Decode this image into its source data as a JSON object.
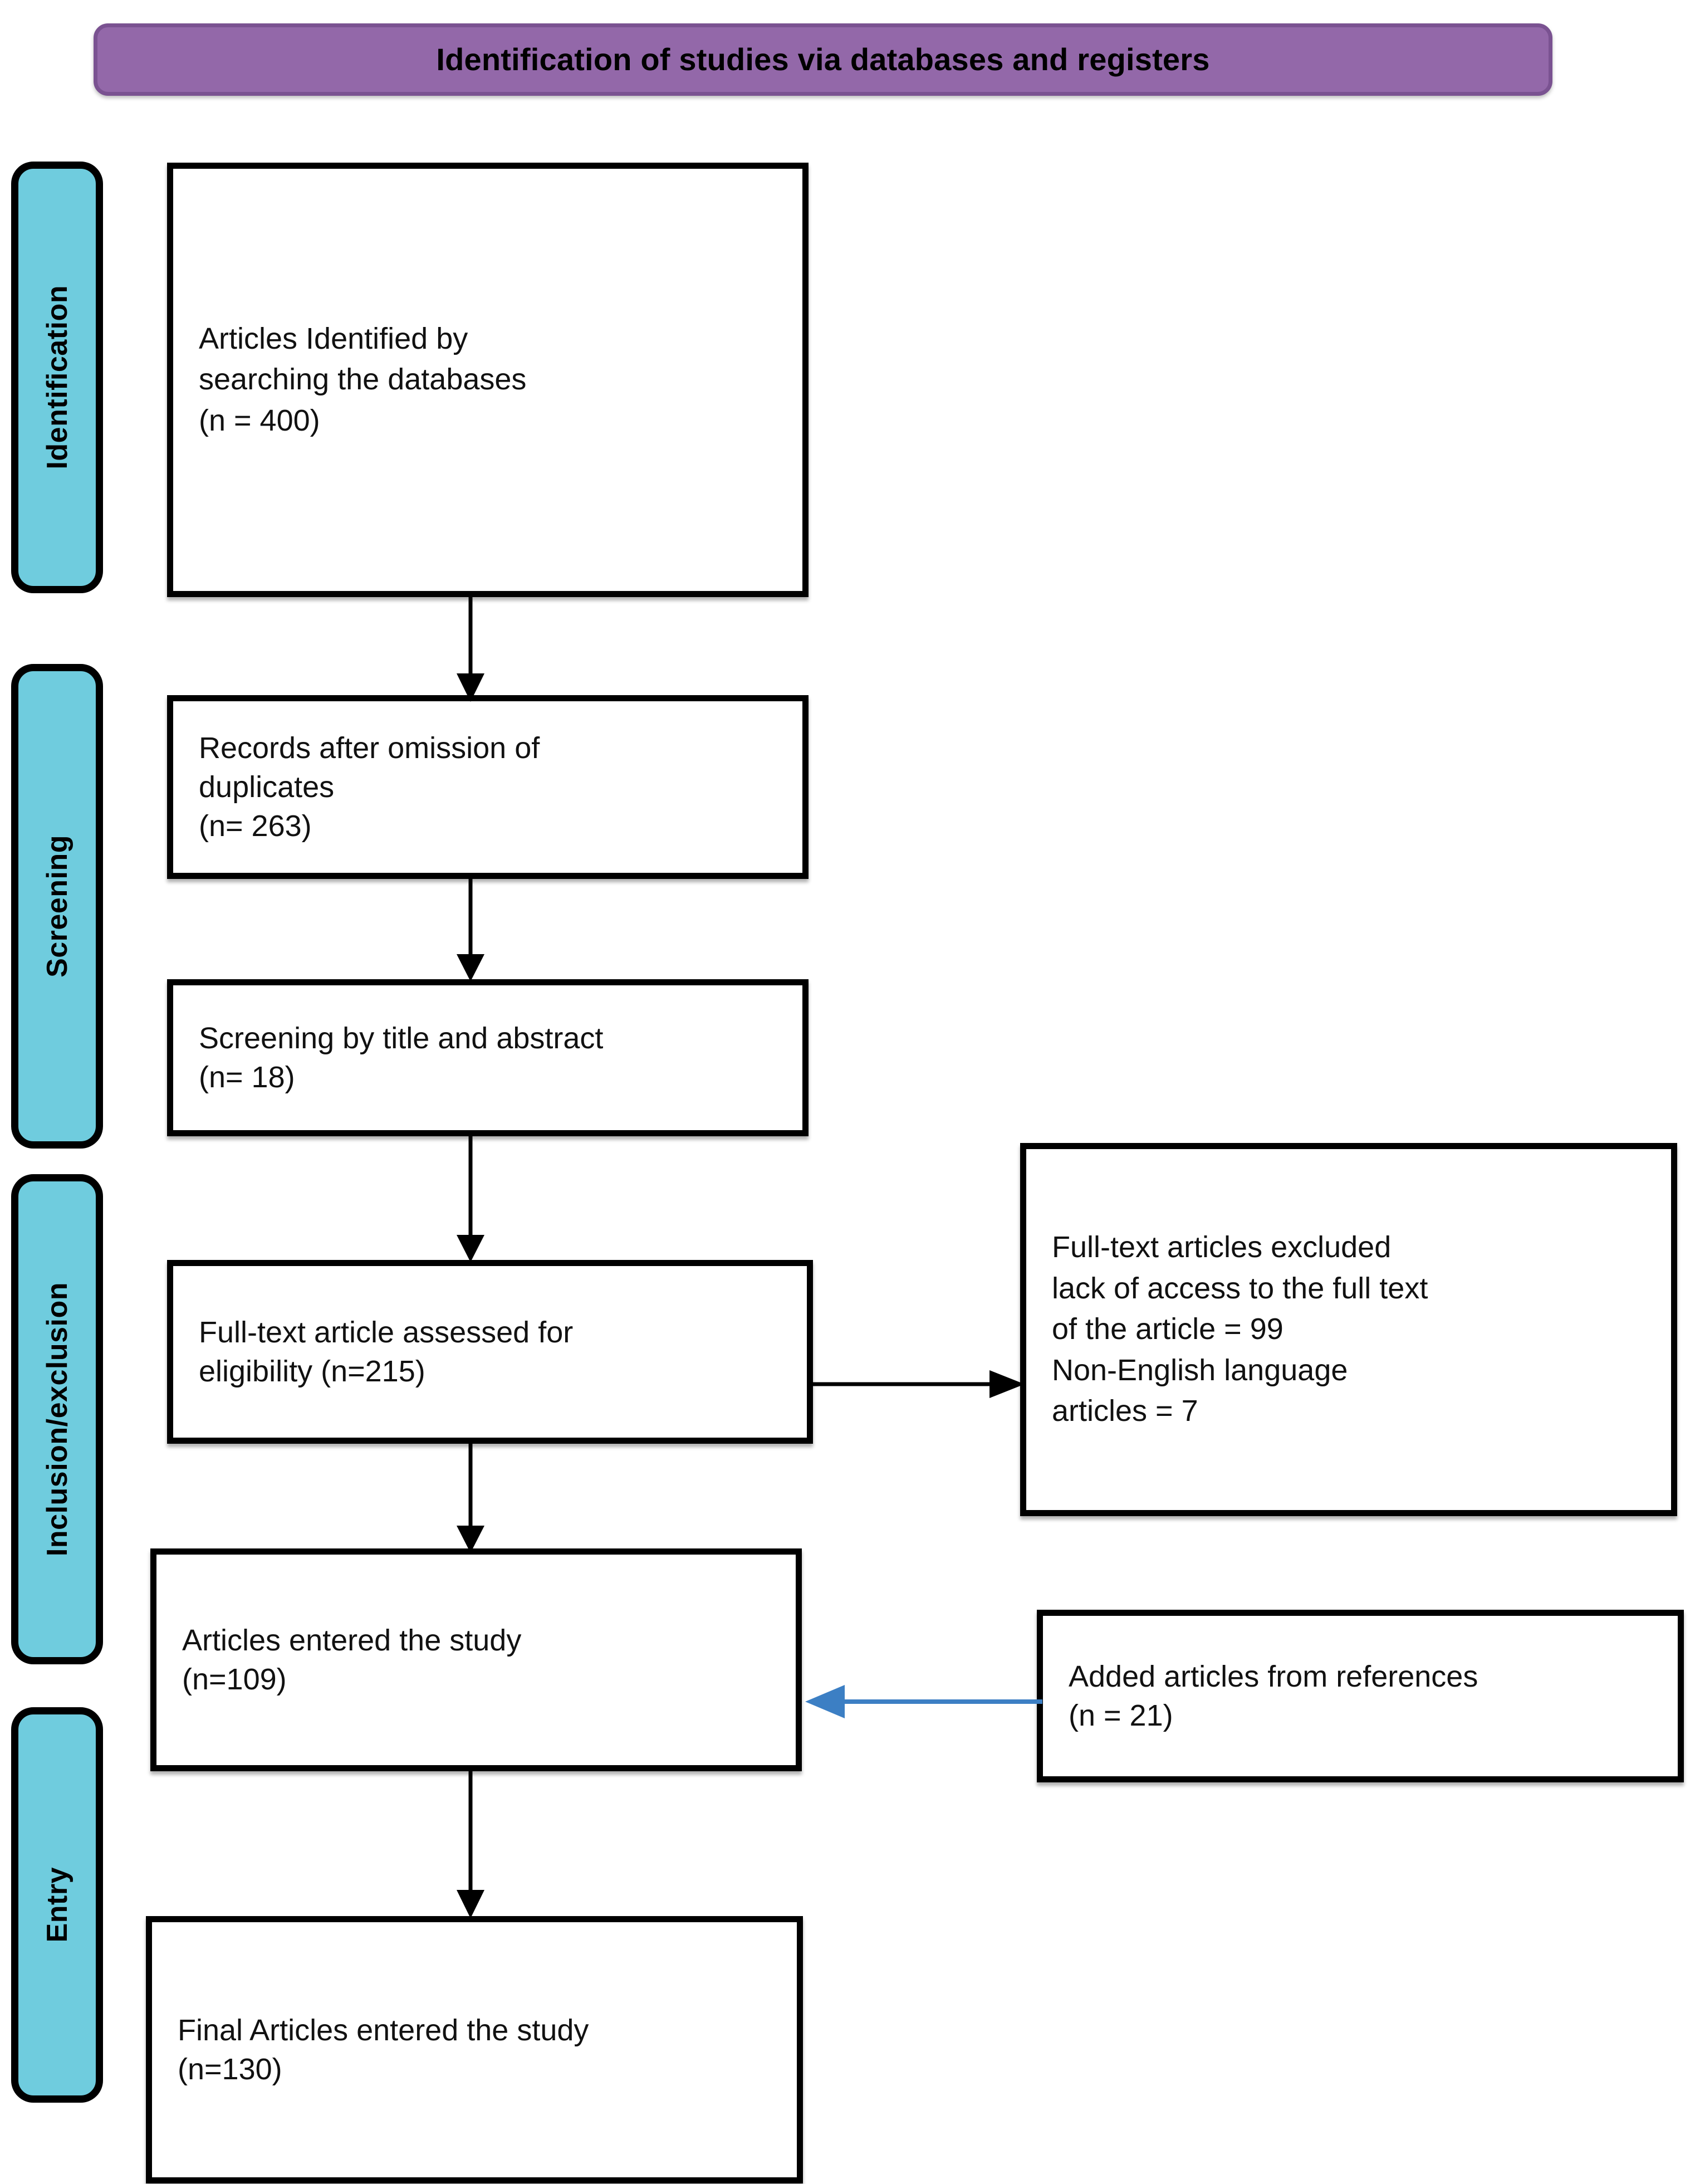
{
  "diagram": {
    "title": "Identification of studies via databases and registers",
    "title_bg_color": "#9368A9",
    "stage_pill_color": "#6FCCDE",
    "box_border_color": "#000000",
    "blue_arrow_color": "#3C7FC4"
  },
  "stages": [
    {
      "id": "identification",
      "label": "Identification"
    },
    {
      "id": "screening",
      "label": "Screening"
    },
    {
      "id": "inclusion_exclusion",
      "label": "Inclusion/exclusion"
    },
    {
      "id": "entry",
      "label": "Entry"
    }
  ],
  "boxes": {
    "identified": "Articles Identified by\nsearching the databases\n(n = 400)",
    "duplicates": "Records after omission of\nduplicates\n(n= 263)",
    "screening": "Screening by title and abstract\n(n= 18)",
    "fulltext": "Full-text article assessed for\neligibility (n=215)",
    "excluded": "Full-text articles excluded\nlack of access to the full text\nof the article = 99\nNon-English language\narticles = 7",
    "entered": "Articles entered the study\n(n=109)",
    "added_refs": "Added articles from references\n(n = 21)",
    "final": "Final Articles entered the study\n(n=130)"
  },
  "flow_data": {
    "type": "prisma-flow",
    "counts": {
      "identified_from_databases": 400,
      "after_duplicate_removal": 263,
      "screened_by_title_abstract": 18,
      "fulltext_assessed_for_eligibility": 215,
      "excluded_no_fulltext_access": 99,
      "excluded_non_english": 7,
      "articles_entered_study": 109,
      "added_from_references": 21,
      "final_articles_entered_study": 130
    },
    "edges": [
      {
        "from": "identified",
        "to": "duplicates",
        "direction": "down",
        "color": "#000000"
      },
      {
        "from": "duplicates",
        "to": "screening",
        "direction": "down",
        "color": "#000000"
      },
      {
        "from": "screening",
        "to": "fulltext",
        "direction": "down",
        "color": "#000000"
      },
      {
        "from": "fulltext",
        "to": "excluded",
        "direction": "right",
        "color": "#000000"
      },
      {
        "from": "fulltext",
        "to": "entered",
        "direction": "down",
        "color": "#000000"
      },
      {
        "from": "added_refs",
        "to": "entered",
        "direction": "left",
        "color": "#3C7FC4"
      },
      {
        "from": "entered",
        "to": "final",
        "direction": "down",
        "color": "#000000"
      }
    ]
  }
}
